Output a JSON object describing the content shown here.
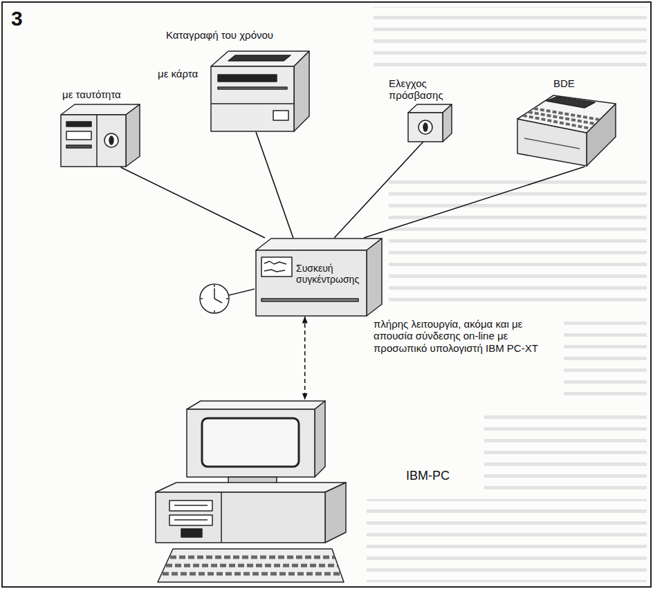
{
  "diagram": {
    "nodes": [
      {
        "text": [
          "με ταυτότητα"
        ]
      },
      {
        "text": [
          "με κάρτα"
        ]
      },
      {
        "text": [
          "Ελεγχος πρόσβασης"
        ]
      },
      {
        "text": [
          "BDE"
        ]
      },
      {
        "text": [
          "Συσκευή συγκέντρωσης"
        ]
      },
      {
        "text": [
          "IBM-PC"
        ]
      }
    ],
    "edges": [
      {
        "from": 4,
        "to": 0,
        "arrow": "none"
      },
      {
        "from": 4,
        "to": 1,
        "arrow": "none"
      },
      {
        "from": 4,
        "to": 2,
        "arrow": "none"
      },
      {
        "from": 4,
        "to": 3,
        "arrow": "none"
      },
      {
        "from": 4,
        "to": 5,
        "arrow": "both",
        "label": "πλήρης λειτουργία, ακόμα και με απουσία σύνδεσης on-line με προσωπικό υπολογιστή IBM PC-XT"
      }
    ],
    "labels": [
      "3",
      "Καταγραφή του χρόνου"
    ]
  }
}
